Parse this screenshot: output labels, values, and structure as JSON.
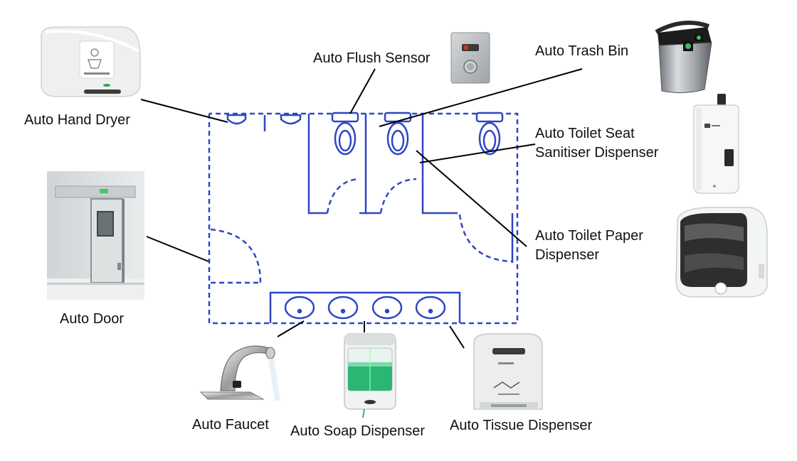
{
  "labels": {
    "flush_sensor": "Auto Flush Sensor",
    "trash_bin": "Auto Trash Bin",
    "hand_dryer": "Auto Hand Dryer",
    "seat_sanitiser_line1": "Auto Toilet Seat",
    "seat_sanitiser_line2": "Sanitiser Dispenser",
    "toilet_paper_line1": "Auto Toilet Paper",
    "toilet_paper_line2": "Dispenser",
    "door": "Auto Door",
    "faucet": "Auto Faucet",
    "soap_dispenser": "Auto Soap Dispenser",
    "tissue_dispenser": "Auto Tissue Dispenser"
  },
  "devices": {
    "hand_dryer_panel": "",
    "door_sign": ""
  },
  "colors": {
    "plan_blue": "#2f47c4",
    "leader_line": "#000000",
    "soap_liquid": "#2bb673"
  }
}
